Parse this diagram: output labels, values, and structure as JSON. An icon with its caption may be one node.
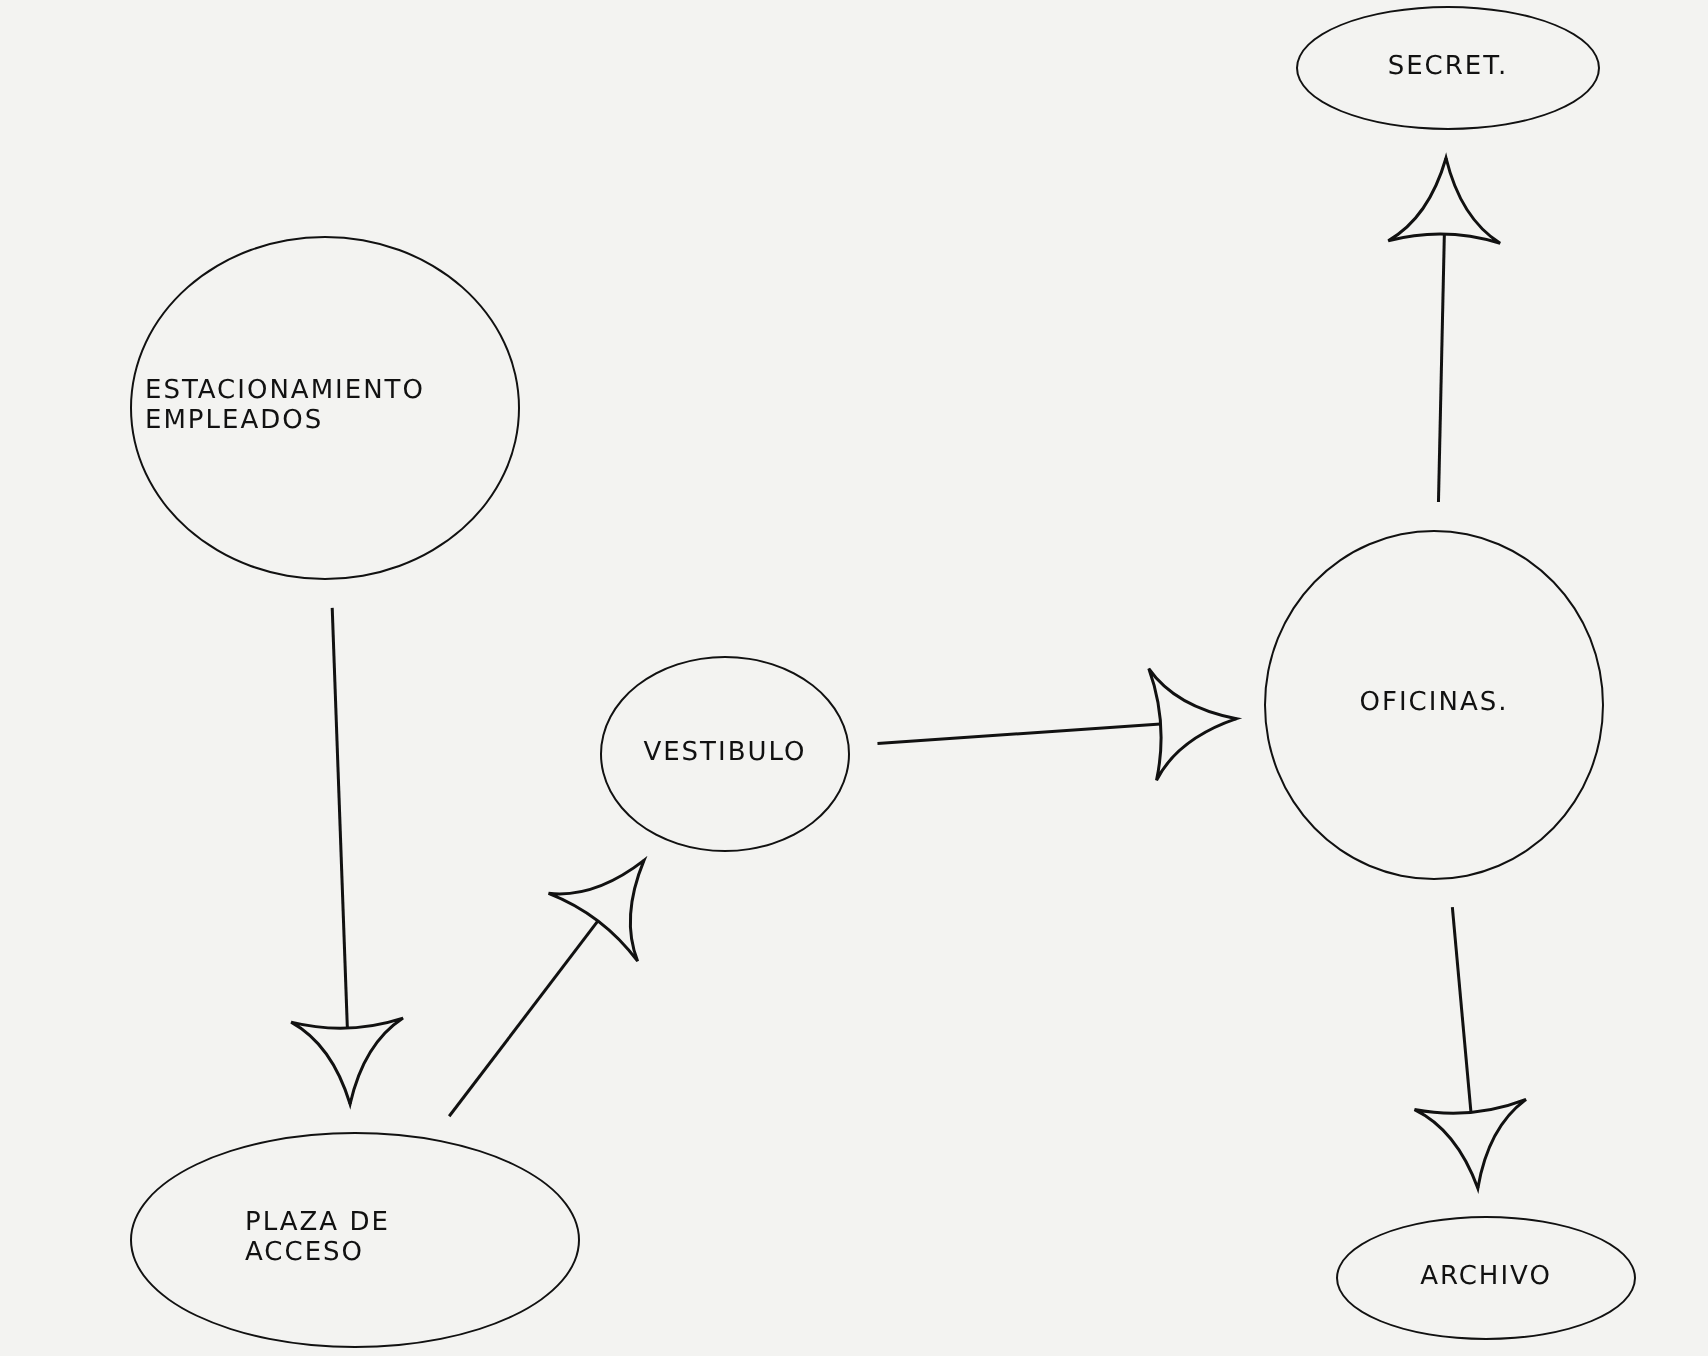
{
  "diagram": {
    "nodes": [
      {
        "text": [
          "ESTACIONAMIENTO EMPLEADOS"
        ]
      },
      {
        "text": [
          "PLAZA DE ACCESO"
        ]
      },
      {
        "text": [
          "VESTIBULO"
        ]
      },
      {
        "text": [
          "OFICINAS."
        ]
      },
      {
        "text": [
          "SECRET."
        ]
      },
      {
        "text": [
          "ARCHIVO"
        ]
      }
    ],
    "edges": [
      {
        "from": 0,
        "to": 1,
        "arrow": "to"
      },
      {
        "from": 1,
        "to": 2,
        "arrow": "to"
      },
      {
        "from": 2,
        "to": 3,
        "arrow": "to"
      },
      {
        "from": 3,
        "to": 4,
        "arrow": "to"
      },
      {
        "from": 3,
        "to": 5,
        "arrow": "to"
      }
    ]
  }
}
